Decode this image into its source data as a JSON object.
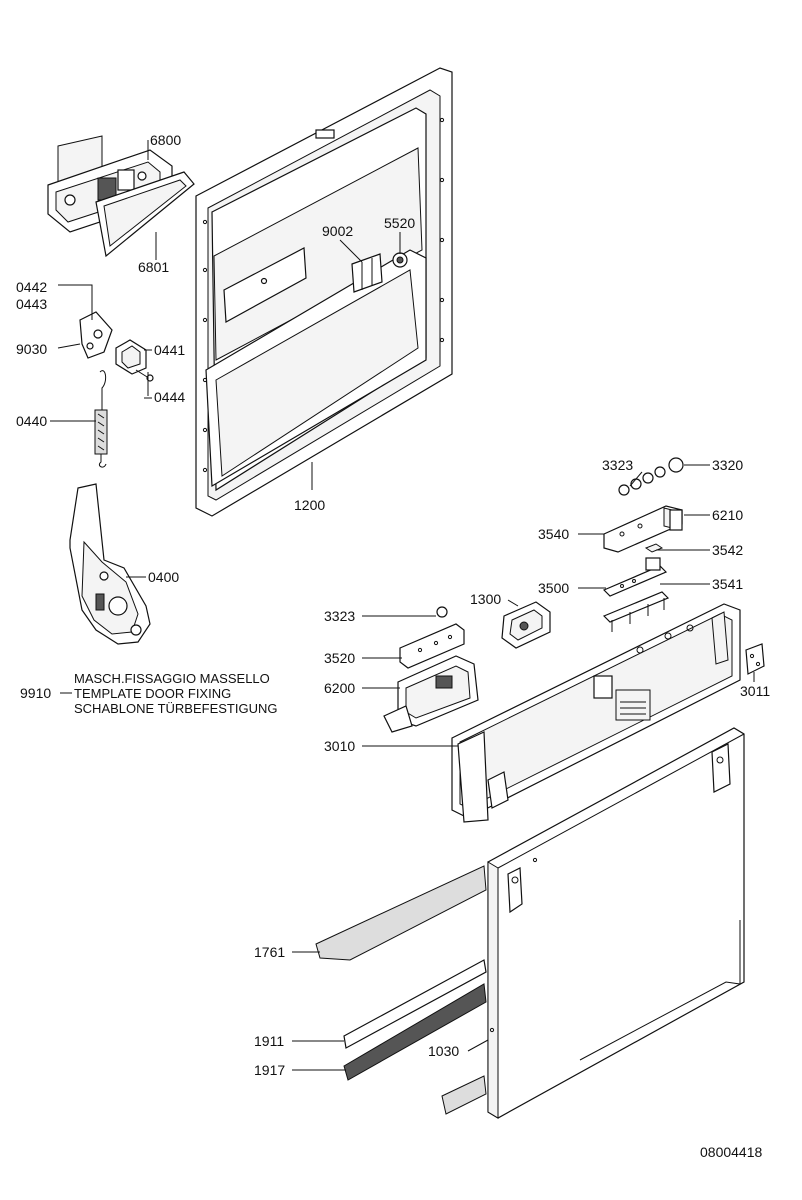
{
  "labels": {
    "p6800": "6800",
    "p6801": "6801",
    "p0442": "0442",
    "p0443": "0443",
    "p9030": "9030",
    "p0441": "0441",
    "p0444": "0444",
    "p0440": "0440",
    "p0400": "0400",
    "p9002": "9002",
    "p5520": "5520",
    "p1200": "1200",
    "p3323a": "3323",
    "p3320": "3320",
    "p6210": "6210",
    "p3540": "3540",
    "p3542": "3542",
    "p3500": "3500",
    "p3541": "3541",
    "p1300": "1300",
    "p3323b": "3323",
    "p3520": "3520",
    "p6200": "6200",
    "p3011": "3011",
    "p3010": "3010",
    "p9910": "9910",
    "p1761": "1761",
    "p1911": "1911",
    "p1917": "1917",
    "p1030": "1030"
  },
  "note_9910": [
    "MASCH.FISSAGGIO MASSELLO",
    "TEMPLATE DOOR FIXING",
    "SCHABLONE TÜRBEFESTIGUNG"
  ],
  "drawing_number": "08004418"
}
